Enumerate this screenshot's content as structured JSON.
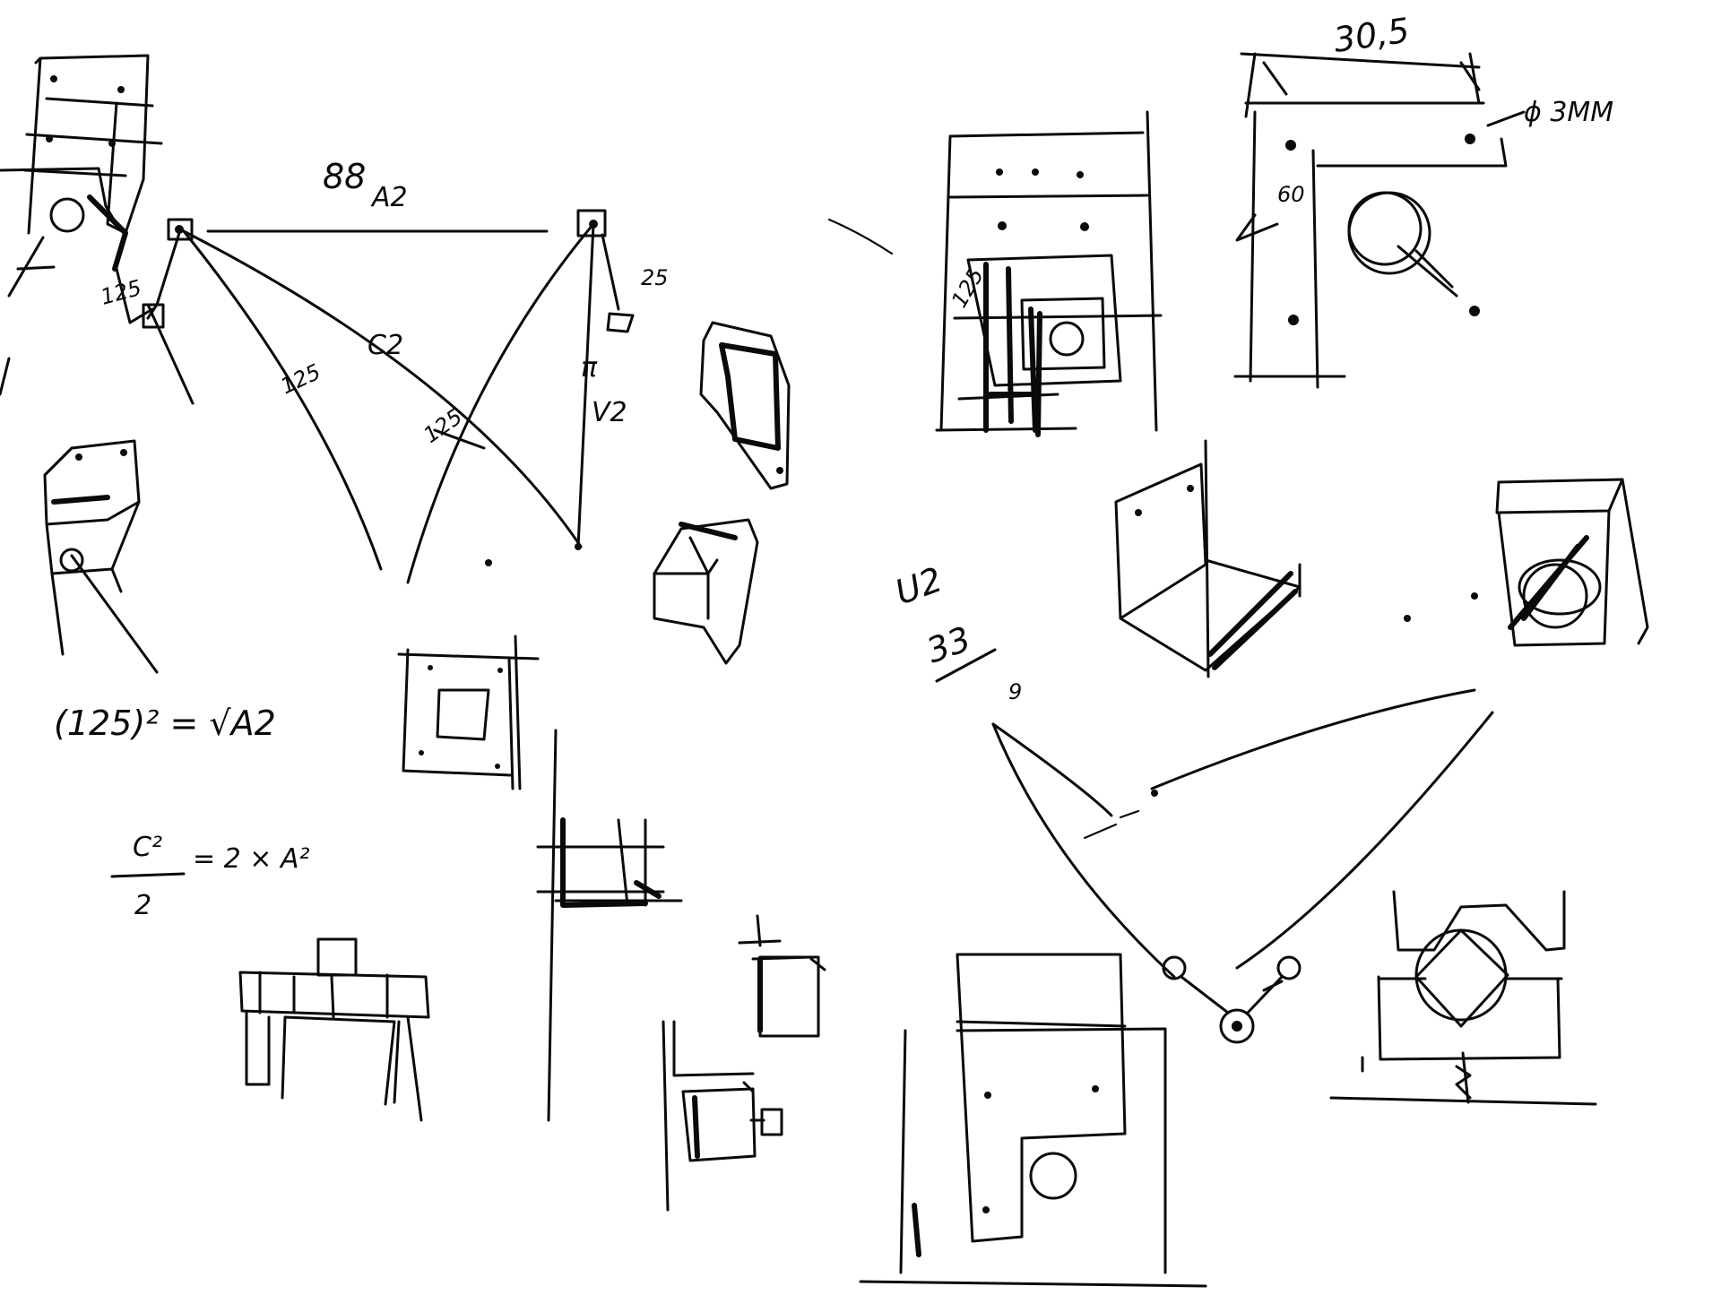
{
  "annotations": {
    "top_span": "88",
    "top_span_sub": "A2",
    "c2_label": "C2",
    "diag_a": "125",
    "diag_b": "125",
    "small_25": "25",
    "pi_label": "π",
    "pi_sub": "V2",
    "small_125_left": "125",
    "formula_1": "(125)² = √A2",
    "formula_2_num": "C²",
    "formula_2_den": "2",
    "formula_2_rhs": "= 2 × A²",
    "dim_30_5": "30,5",
    "dia_3mm": "ϕ 3MM",
    "dim_60": "60",
    "dim_125_box": "125",
    "u2": "U2",
    "dim_33": "33",
    "dim_9": "9"
  }
}
